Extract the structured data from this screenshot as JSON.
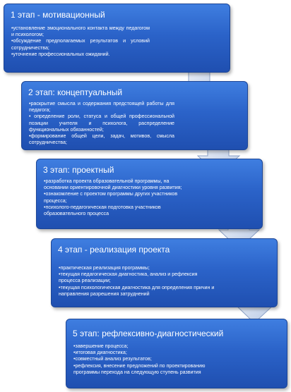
{
  "stages": [
    {
      "title": "1 этап - мотивационный",
      "items": [
        "•установление эмоционального контакта между педагогом и психологом;",
        "•обсуждение предполагаемых результатов и условий сотрудничества;",
        "•уточнение профессиональных ожиданий."
      ]
    },
    {
      "title": "2 этап: концептуальный",
      "items": [
        "•раскрытие смысла и содержания предстоящей работы для педагога;",
        "• определение роли, статуса и общей профессиональной позиции учителя и психолога, распределение функциональных обязанностей;",
        "•формирование общей цели, задач, мотивов, смысла сотрудничества;"
      ]
    },
    {
      "title": "3 этап: проектный",
      "items": [
        "•разработка проекта образовательной программы, на основании ориентировочной диагностики уровня развития;",
        "•ознакомление с проектом программы других участников процесса;",
        "•психолого-педагогическая подготовка участников образовательного процесса"
      ]
    },
    {
      "title": "4 этап - реализация проекта",
      "items": [
        "•практическая реализация программы;",
        "•текущая педагогическая диагностика, анализ и рефлексия процесса реализации;",
        "•текущая психологическая диагностика для определения причин и направления разрешения затруднений"
      ]
    },
    {
      "title": "5 этап: рефлексивно-диагностический",
      "items": [
        "•завершение процесса;",
        "•итоговая диагностика;",
        "•совместный анализ результатов;",
        "•рефлексия, внесение предложений по проектированию программы перехода на следующую ступень развития"
      ]
    }
  ]
}
